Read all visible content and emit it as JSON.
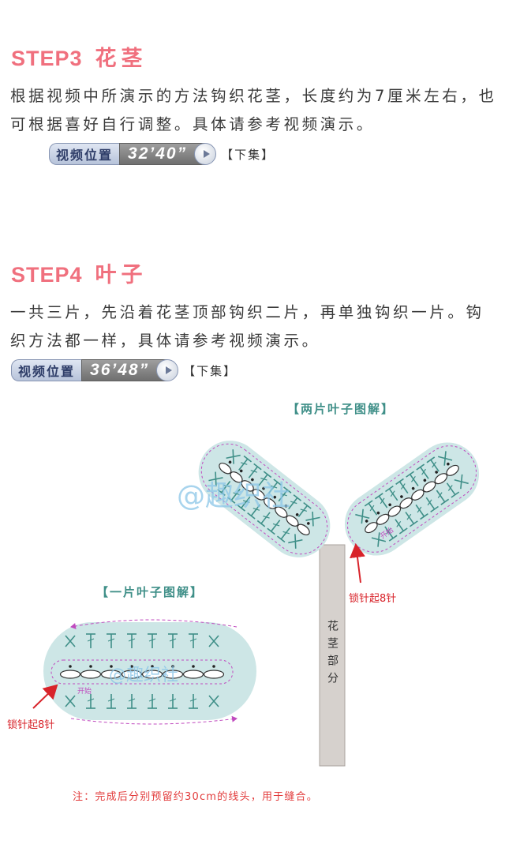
{
  "step3": {
    "label": "STEP3",
    "name": "花茎",
    "text": "根据视频中所演示的方法钩织花茎，长度约为7厘米左右，也可根据喜好自行调整。具体请参考视频演示。",
    "video": {
      "label": "视频位置",
      "time": "32’40”",
      "suffix": "【下集】"
    }
  },
  "step4": {
    "label": "STEP4",
    "name": "叶子",
    "text": "一共三片，先沿着花茎顶部钩织二片，再单独钩织一片。钩织方法都一样，具体请参考视频演示。",
    "video": {
      "label": "视频位置",
      "time": "36’48”",
      "suffix": "【下集】"
    }
  },
  "diagram": {
    "two_leaf_title": "【两片叶子图解】",
    "one_leaf_title": "【一片叶子图解】",
    "stem_label": "花茎部分",
    "start_label": "开始",
    "chain_label": "锁针起8针",
    "watermark": "@趣织社"
  },
  "note": "注：完成后分别预留约30cm的线头，用于缝合。",
  "colors": {
    "accent": "#f0707e",
    "leaf_fill": "#cde6e6",
    "stitch": "#3f8f88",
    "arrow": "#c04bbf",
    "stem": "#d6d1cd",
    "note": "#e23b3b"
  }
}
